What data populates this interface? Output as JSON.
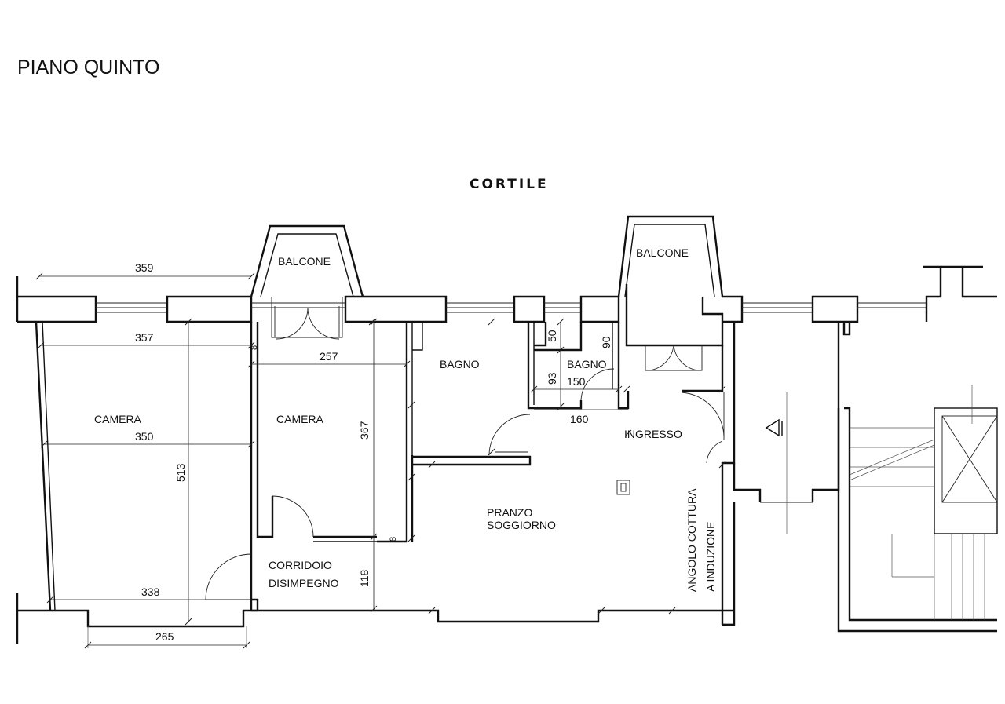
{
  "title": "PIANO  QUINTO",
  "courtyard": "CORTILE",
  "rooms": {
    "balcone_left": "BALCONE",
    "balcone_right": "BALCONE",
    "camera_left": "CAMERA",
    "camera_middle": "CAMERA",
    "bagno_main": "BAGNO",
    "bagno_small": "BAGNO",
    "ingresso": "INGRESSO",
    "pranzo_1": "PRANZO",
    "pranzo_2": "SOGGIORNO",
    "corridoio_1": "CORRIDOIO",
    "corridoio_2": "DISIMPEGNO",
    "angolo_1": "ANGOLO COTTURA",
    "angolo_2": "A INDUZIONE"
  },
  "dimensions": {
    "d359": "359",
    "d357": "357",
    "d350": "350",
    "d338": "338",
    "d265": "265",
    "d513": "513",
    "d257": "257",
    "d367": "367",
    "d118": "118",
    "d50": "50",
    "d93": "93",
    "d90": "90",
    "d150": "150",
    "d160": "160",
    "d8a": "8",
    "d8b": "8"
  },
  "icons": [
    "entrance-arrow-icon",
    "stair-elevator-icon",
    "hob-outlet-icon"
  ]
}
